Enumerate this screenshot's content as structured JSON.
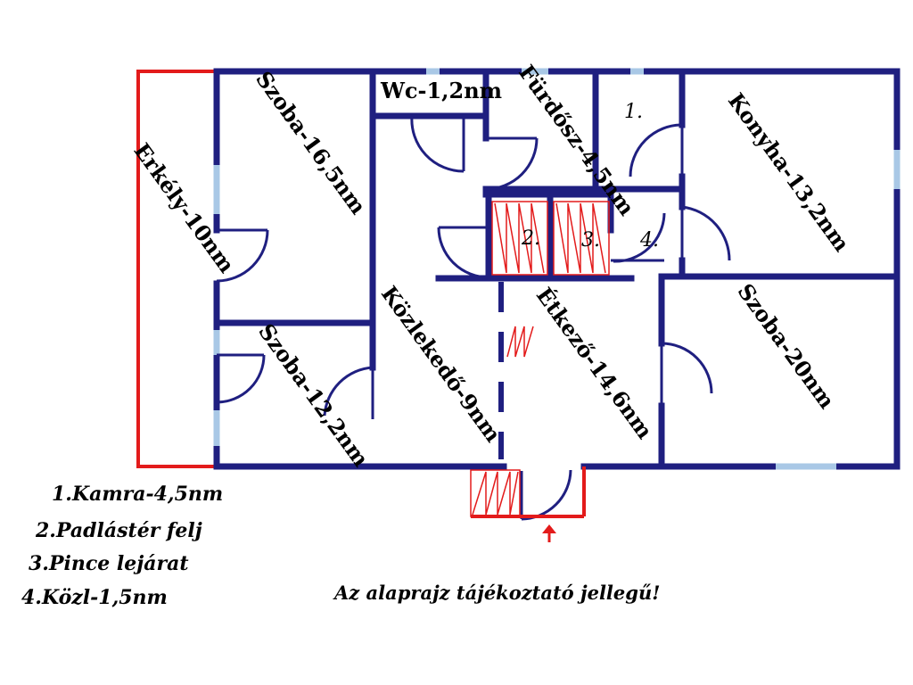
{
  "colors": {
    "wall": "#1f1f80",
    "window": "#a9c8e6",
    "accent": "#e31b1b"
  },
  "rooms": {
    "erkely": "Erkély-10nm",
    "szoba1": "Szoba-16,5nm",
    "wc": "Wc-1,2nm",
    "furdo": "Fürdősz-4,5nm",
    "konyha": "Konyha-13,2nm",
    "kozlekedo": "Közlekedő-9nm",
    "etkezo": "Étkező-14,6nm",
    "szoba2": "Szoba-12,2nm",
    "szoba3": "Szoba-20nm"
  },
  "markers": {
    "m1": "1.",
    "m2": "2.",
    "m3": "3.",
    "m4": "4."
  },
  "legend": [
    "1.Kamra-4,5nm",
    "2.Padlástér felj",
    "3.Pince lejárat",
    "4.Közl-1,5nm"
  ],
  "note": "Az alaprajz tájékoztató jellegű!",
  "icons": {
    "entrance": "entrance-arrow-icon"
  }
}
